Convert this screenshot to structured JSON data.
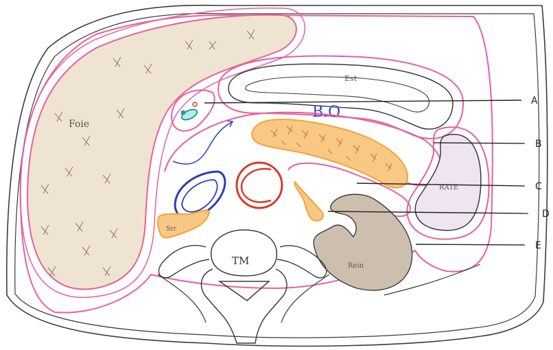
{
  "colors": {
    "peritoneum": "#e8609a",
    "outline": "#3a3a3a",
    "liver_fill": "#efe3d2",
    "pancreas": "#f2a43a",
    "pancreas_fill": "#f8c884",
    "aorta": "#d43b2a",
    "vein": "#2a3cbf",
    "kidney_fill": "#cdbfae",
    "spleen_fill": "#efe4f2",
    "duct_teal": "#1e9ea8",
    "label_blue": "#2f48c8"
  },
  "organ_labels": {
    "liver": "Foie",
    "stomach": "Est",
    "spleen": "RATE",
    "kidney": "Rein",
    "vertebra": "TM",
    "adrenal": "Srr",
    "omental_bursa": "B.O"
  },
  "callouts": [
    "A",
    "B",
    "C",
    "D",
    "E"
  ]
}
